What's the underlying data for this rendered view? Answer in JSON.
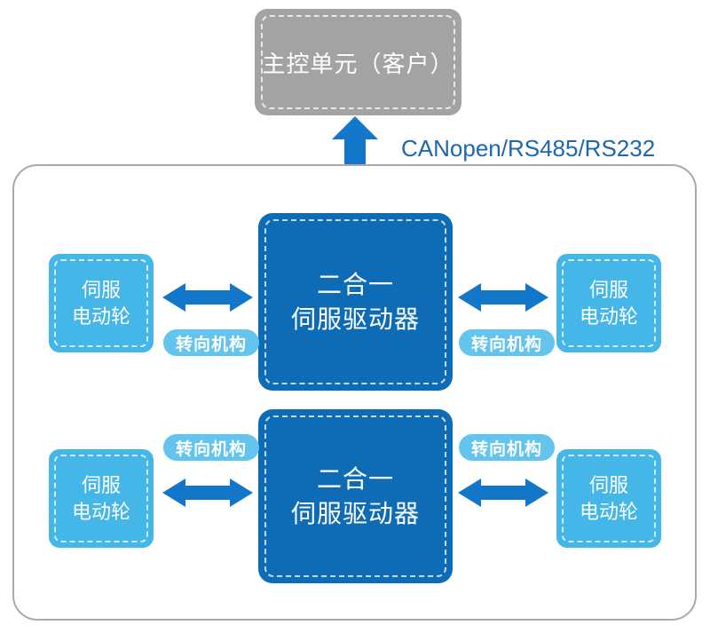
{
  "master_unit": {
    "label": "主控单元（客户）"
  },
  "bus": {
    "label": "CANopen/RS485/RS232"
  },
  "rows": [
    {
      "driver": "二合一\n伺服驱动器",
      "left_wheel": "伺服\n电动轮",
      "right_wheel": "伺服\n电动轮",
      "left_link": "转向机构",
      "right_link": "转向机构"
    },
    {
      "driver": "二合一\n伺服驱动器",
      "left_wheel": "伺服\n电动轮",
      "right_wheel": "伺服\n电动轮",
      "left_link": "转向机构",
      "right_link": "转向机构"
    }
  ],
  "colors": {
    "master_gray": "#a3a3a3",
    "driver_blue": "#0d6cb5",
    "wheel_blue": "#45b6e8",
    "pill_blue": "#63c5ed",
    "arrow_blue": "#1377c9",
    "bus_label_blue": "#1c67b0",
    "outer_border_gray": "#a9a9a9"
  }
}
